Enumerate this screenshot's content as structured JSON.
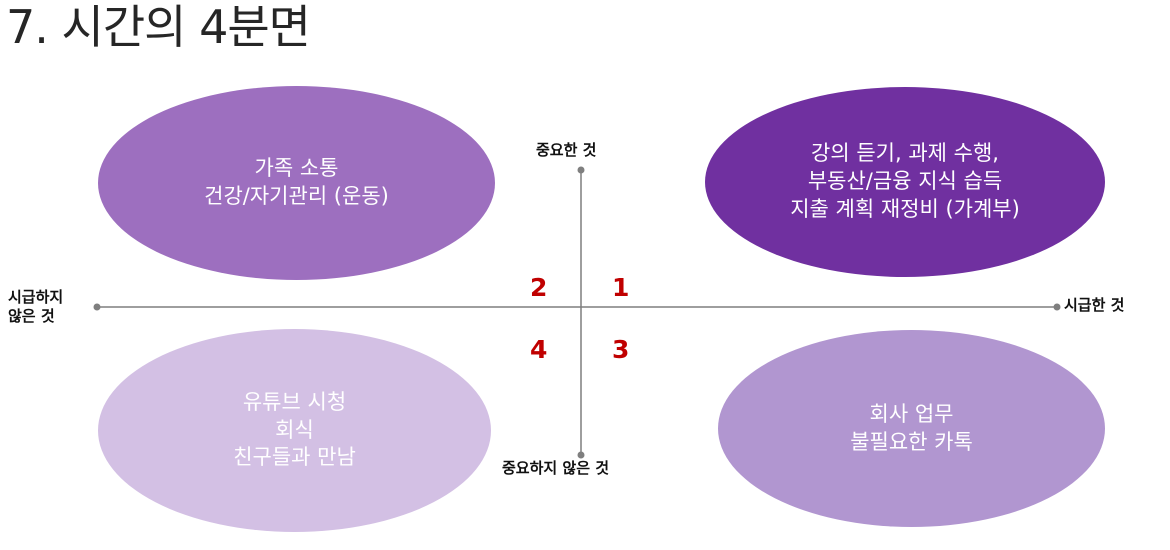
{
  "title": "7. 시간의 4분면",
  "axes": {
    "top": "중요한 것",
    "bottom": "중요하지 않은 것",
    "left_line1": "시급하지",
    "left_line2": "않은 것",
    "right": "시급한 것"
  },
  "quadrant_numbers": {
    "q1": "1",
    "q2": "2",
    "q3": "3",
    "q4": "4"
  },
  "quadrants": {
    "important_not_urgent": {
      "lines": [
        "가족 소통",
        "건강/자기관리 (운동)"
      ]
    },
    "important_urgent": {
      "lines": [
        "강의 듣기, 과제 수행,",
        "부동산/금융 지식 습득",
        "지출 계획 재정비 (가계부)"
      ]
    },
    "not_important_not_urgent": {
      "lines": [
        "유튜브 시청",
        "회식",
        "친구들과 만남"
      ]
    },
    "not_important_urgent": {
      "lines": [
        "회사 업무",
        "불필요한 카톡"
      ]
    }
  },
  "colors": {
    "important_not_urgent": "#9d6fbf",
    "important_urgent": "#7030a0",
    "not_important_not_urgent": "#d3c0e4",
    "not_important_urgent": "#b196d0",
    "quadrant_number": "#c00000",
    "axis_line": "#7f7f7f"
  }
}
